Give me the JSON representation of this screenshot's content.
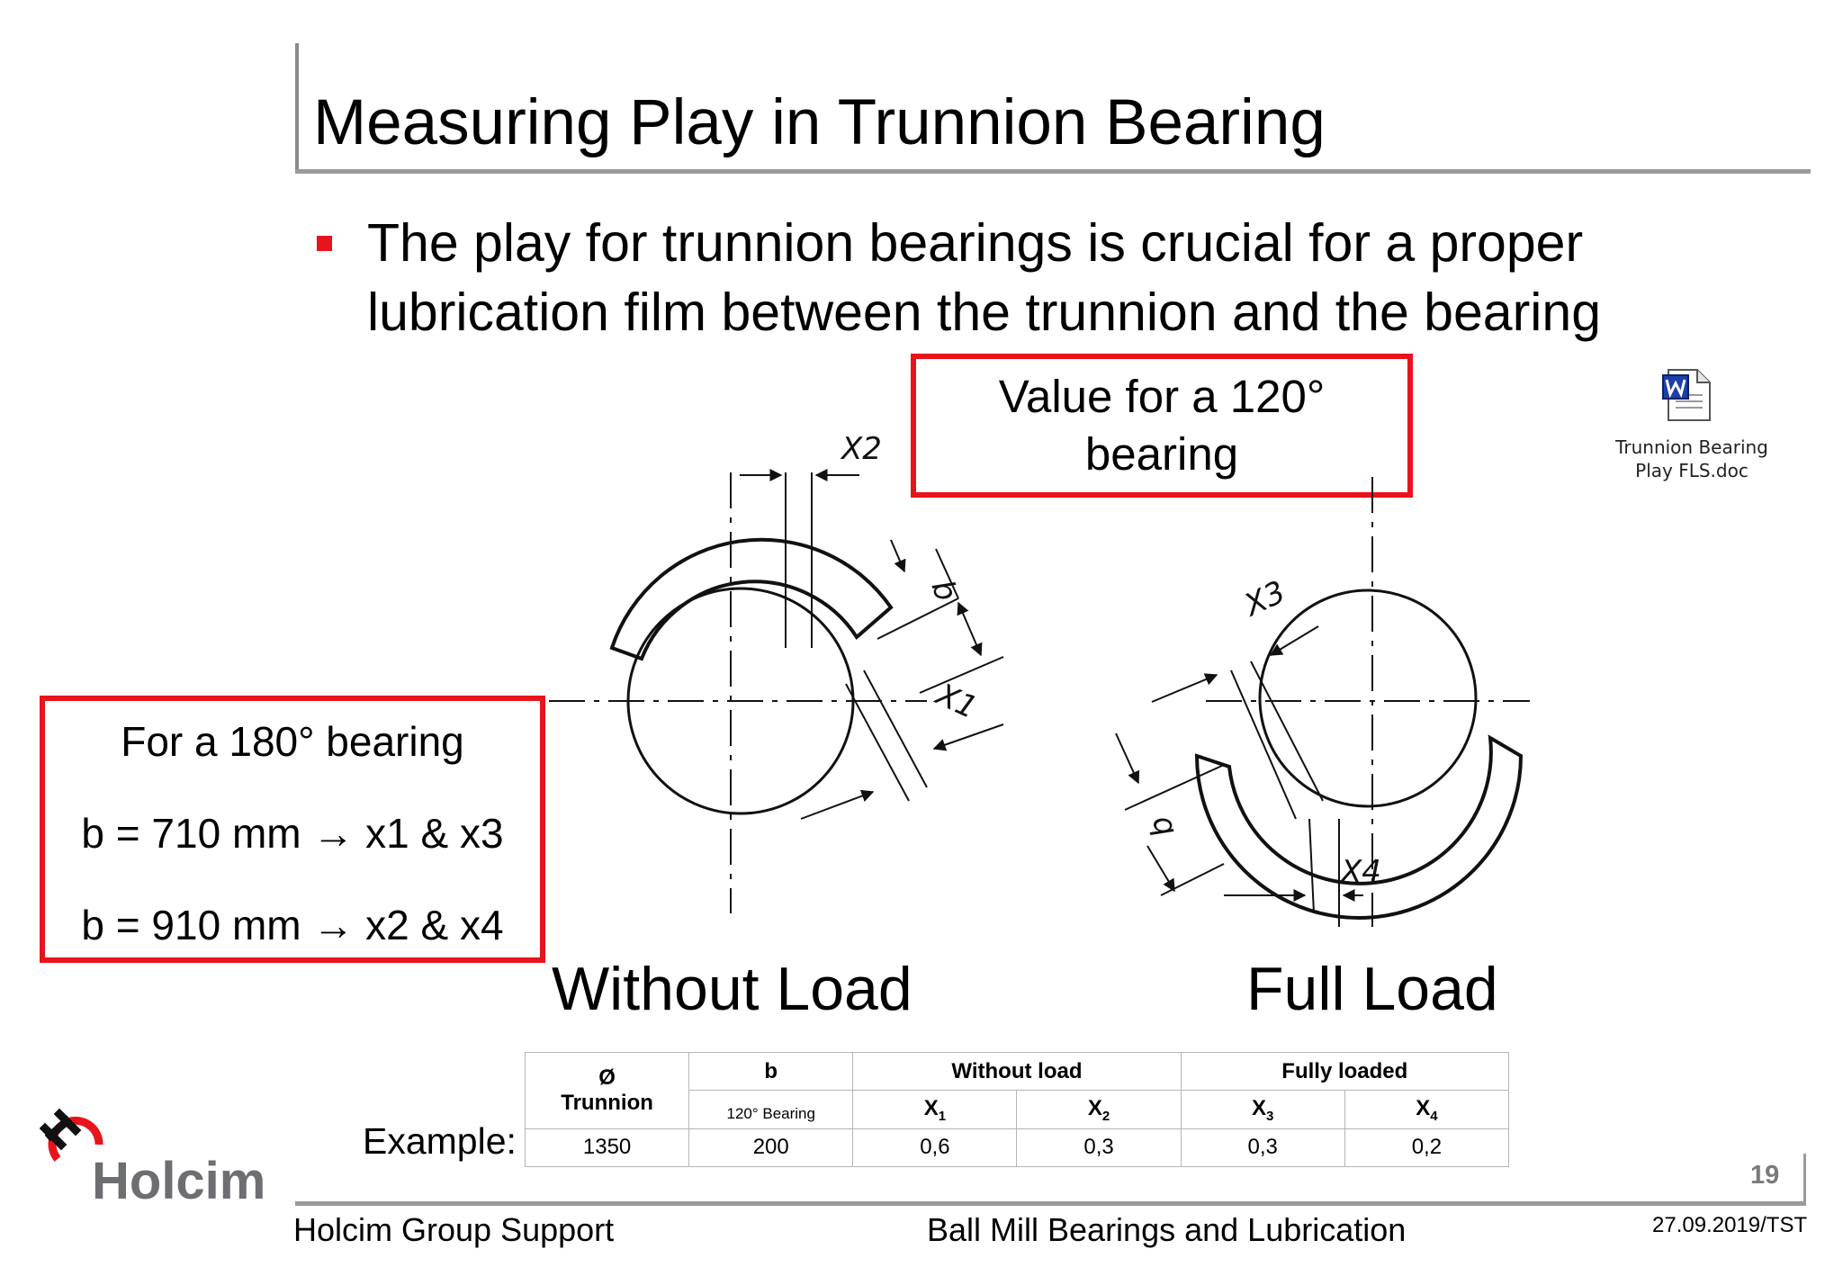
{
  "slide": {
    "title": "Measuring Play in Trunnion Bearing",
    "bullet": "The play for trunnion bearings is crucial for a proper lubrication film between the trunnion and the bearing"
  },
  "callouts": {
    "bearing_120": {
      "line1": "Value for a 120°",
      "line2": "bearing"
    },
    "bearing_180": {
      "heading": "For a 180° bearing",
      "line1": "b = 710 mm → x1 & x3",
      "line2": "b = 910 mm → x2 & x4"
    }
  },
  "attachment": {
    "icon": "word-document-icon",
    "line1": "Trunnion Bearing",
    "line2": "Play FLS.doc"
  },
  "drawing": {
    "labels": {
      "x1": "X1",
      "x2": "X2",
      "x3": "X3",
      "x4": "X4",
      "b_left": "b",
      "b_right": "b"
    },
    "caption_left": "Without Load",
    "caption_right": "Full Load"
  },
  "example": {
    "label": "Example:",
    "headers": {
      "diameter_symbol": "Ø",
      "diameter": "Trunnion",
      "b": "b",
      "b_sub": "120° Bearing",
      "without_load": "Without load",
      "fully_loaded": "Fully loaded",
      "x1": "X",
      "x1_sub": "1",
      "x2": "X",
      "x2_sub": "2",
      "x3": "X",
      "x3_sub": "3",
      "x4": "X",
      "x4_sub": "4"
    },
    "row": {
      "diameter": "1350",
      "b": "200",
      "x1": "0,6",
      "x2": "0,3",
      "x3": "0,3",
      "x4": "0,2"
    }
  },
  "footer": {
    "brand": "Holcim",
    "left": "Holcim Group Support",
    "center": "Ball Mill Bearings and Lubrication",
    "right": "27.09.2019/TST",
    "page_number": "19"
  },
  "colors": {
    "accent_red": "#e8141b",
    "rule_gray": "#9a9a9a",
    "logo_gray": "#6d6e71"
  }
}
